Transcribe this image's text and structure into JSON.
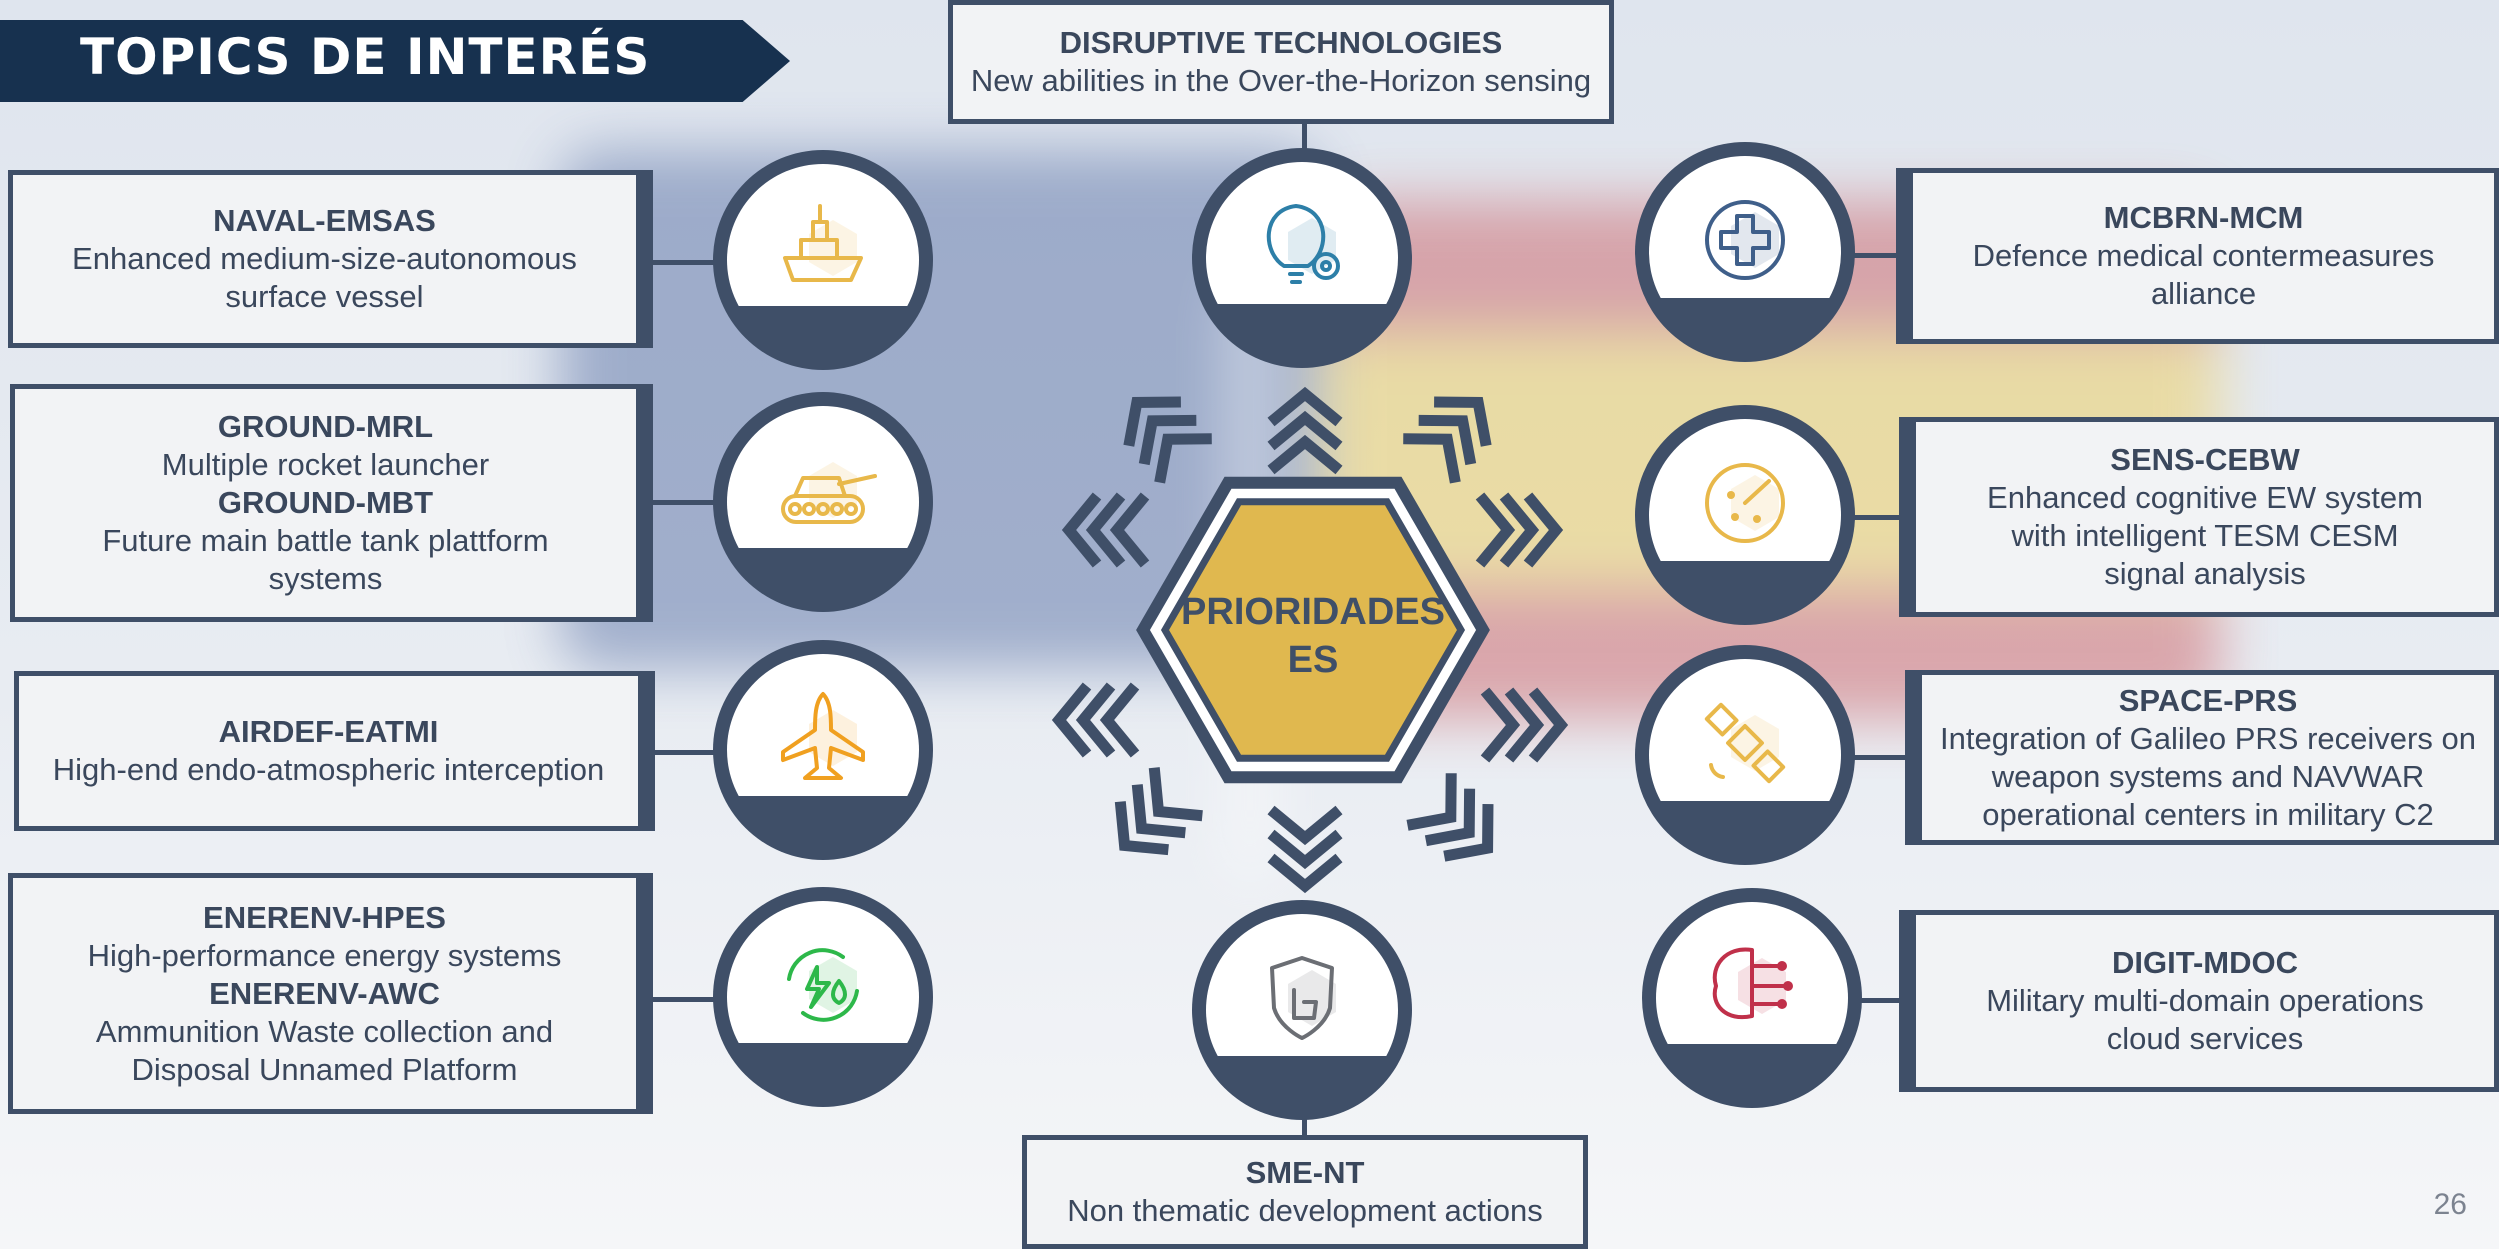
{
  "title": "TOPICS DE INTERÉS",
  "center": {
    "line1": "PRIORIDADES",
    "line2": "ES"
  },
  "top_box": {
    "title": "DISRUPTIVE TECHNOLOGIES",
    "text": "New abilities in the Over-the-Horizon sensing",
    "icon": "lightbulb-gear-icon"
  },
  "bottom_box": {
    "title": "SME-NT",
    "text": "Non thematic development actions",
    "icon": "shield-hand-icon"
  },
  "left_boxes": [
    {
      "title": "NAVAL-EMSAS",
      "lines": [
        "Enhanced medium-size-autonomous",
        "surface vessel"
      ],
      "icon": "ship-icon",
      "color": "#e8b84a"
    },
    {
      "title": "GROUND-MRL",
      "lines": [
        "Multiple rocket launcher"
      ],
      "title2": "GROUND-MBT",
      "lines2": [
        "Future main battle tank plattform",
        "systems"
      ],
      "icon": "tank-icon",
      "color": "#e8b84a"
    },
    {
      "title": "AIRDEF-EATMI",
      "lines": [
        "High-end endo-atmospheric interception"
      ],
      "icon": "airplane-icon",
      "color": "#f0a020"
    },
    {
      "title": "ENERENV-HPES",
      "lines": [
        "High-performance energy systems"
      ],
      "title2": "ENERENV-AWC",
      "lines2": [
        "Ammunition Waste collection and",
        "Disposal Unnamed Platform"
      ],
      "icon": "energy-recycle-icon",
      "color": "#2db84a"
    }
  ],
  "right_boxes": [
    {
      "title": "MCBRN-MCM",
      "lines": [
        "Defence medical contermeasures",
        "alliance"
      ],
      "icon": "medical-cross-icon",
      "color": "#3f5f8a"
    },
    {
      "title": "SENS-CEBW",
      "lines": [
        "Enhanced cognitive EW system",
        "with intelligent TESM CESM",
        "signal analysis"
      ],
      "icon": "radar-icon",
      "color": "#e8b84a"
    },
    {
      "title": "SPACE-PRS",
      "lines": [
        "Integration of Galileo PRS receivers on",
        "weapon systems and NAVWAR",
        "operational centers in military C2"
      ],
      "icon": "satellite-icon",
      "color": "#e8b84a"
    },
    {
      "title": "DIGIT-MDOC",
      "lines": [
        "Military multi-domain operations",
        "cloud services"
      ],
      "icon": "brain-circuit-icon",
      "color": "#c0304a"
    }
  ],
  "page_number": "26",
  "colors": {
    "navy": "#17314f",
    "slate": "#3f4f68",
    "gold": "#e0b84f",
    "box_bg": "#f2f3f5"
  }
}
